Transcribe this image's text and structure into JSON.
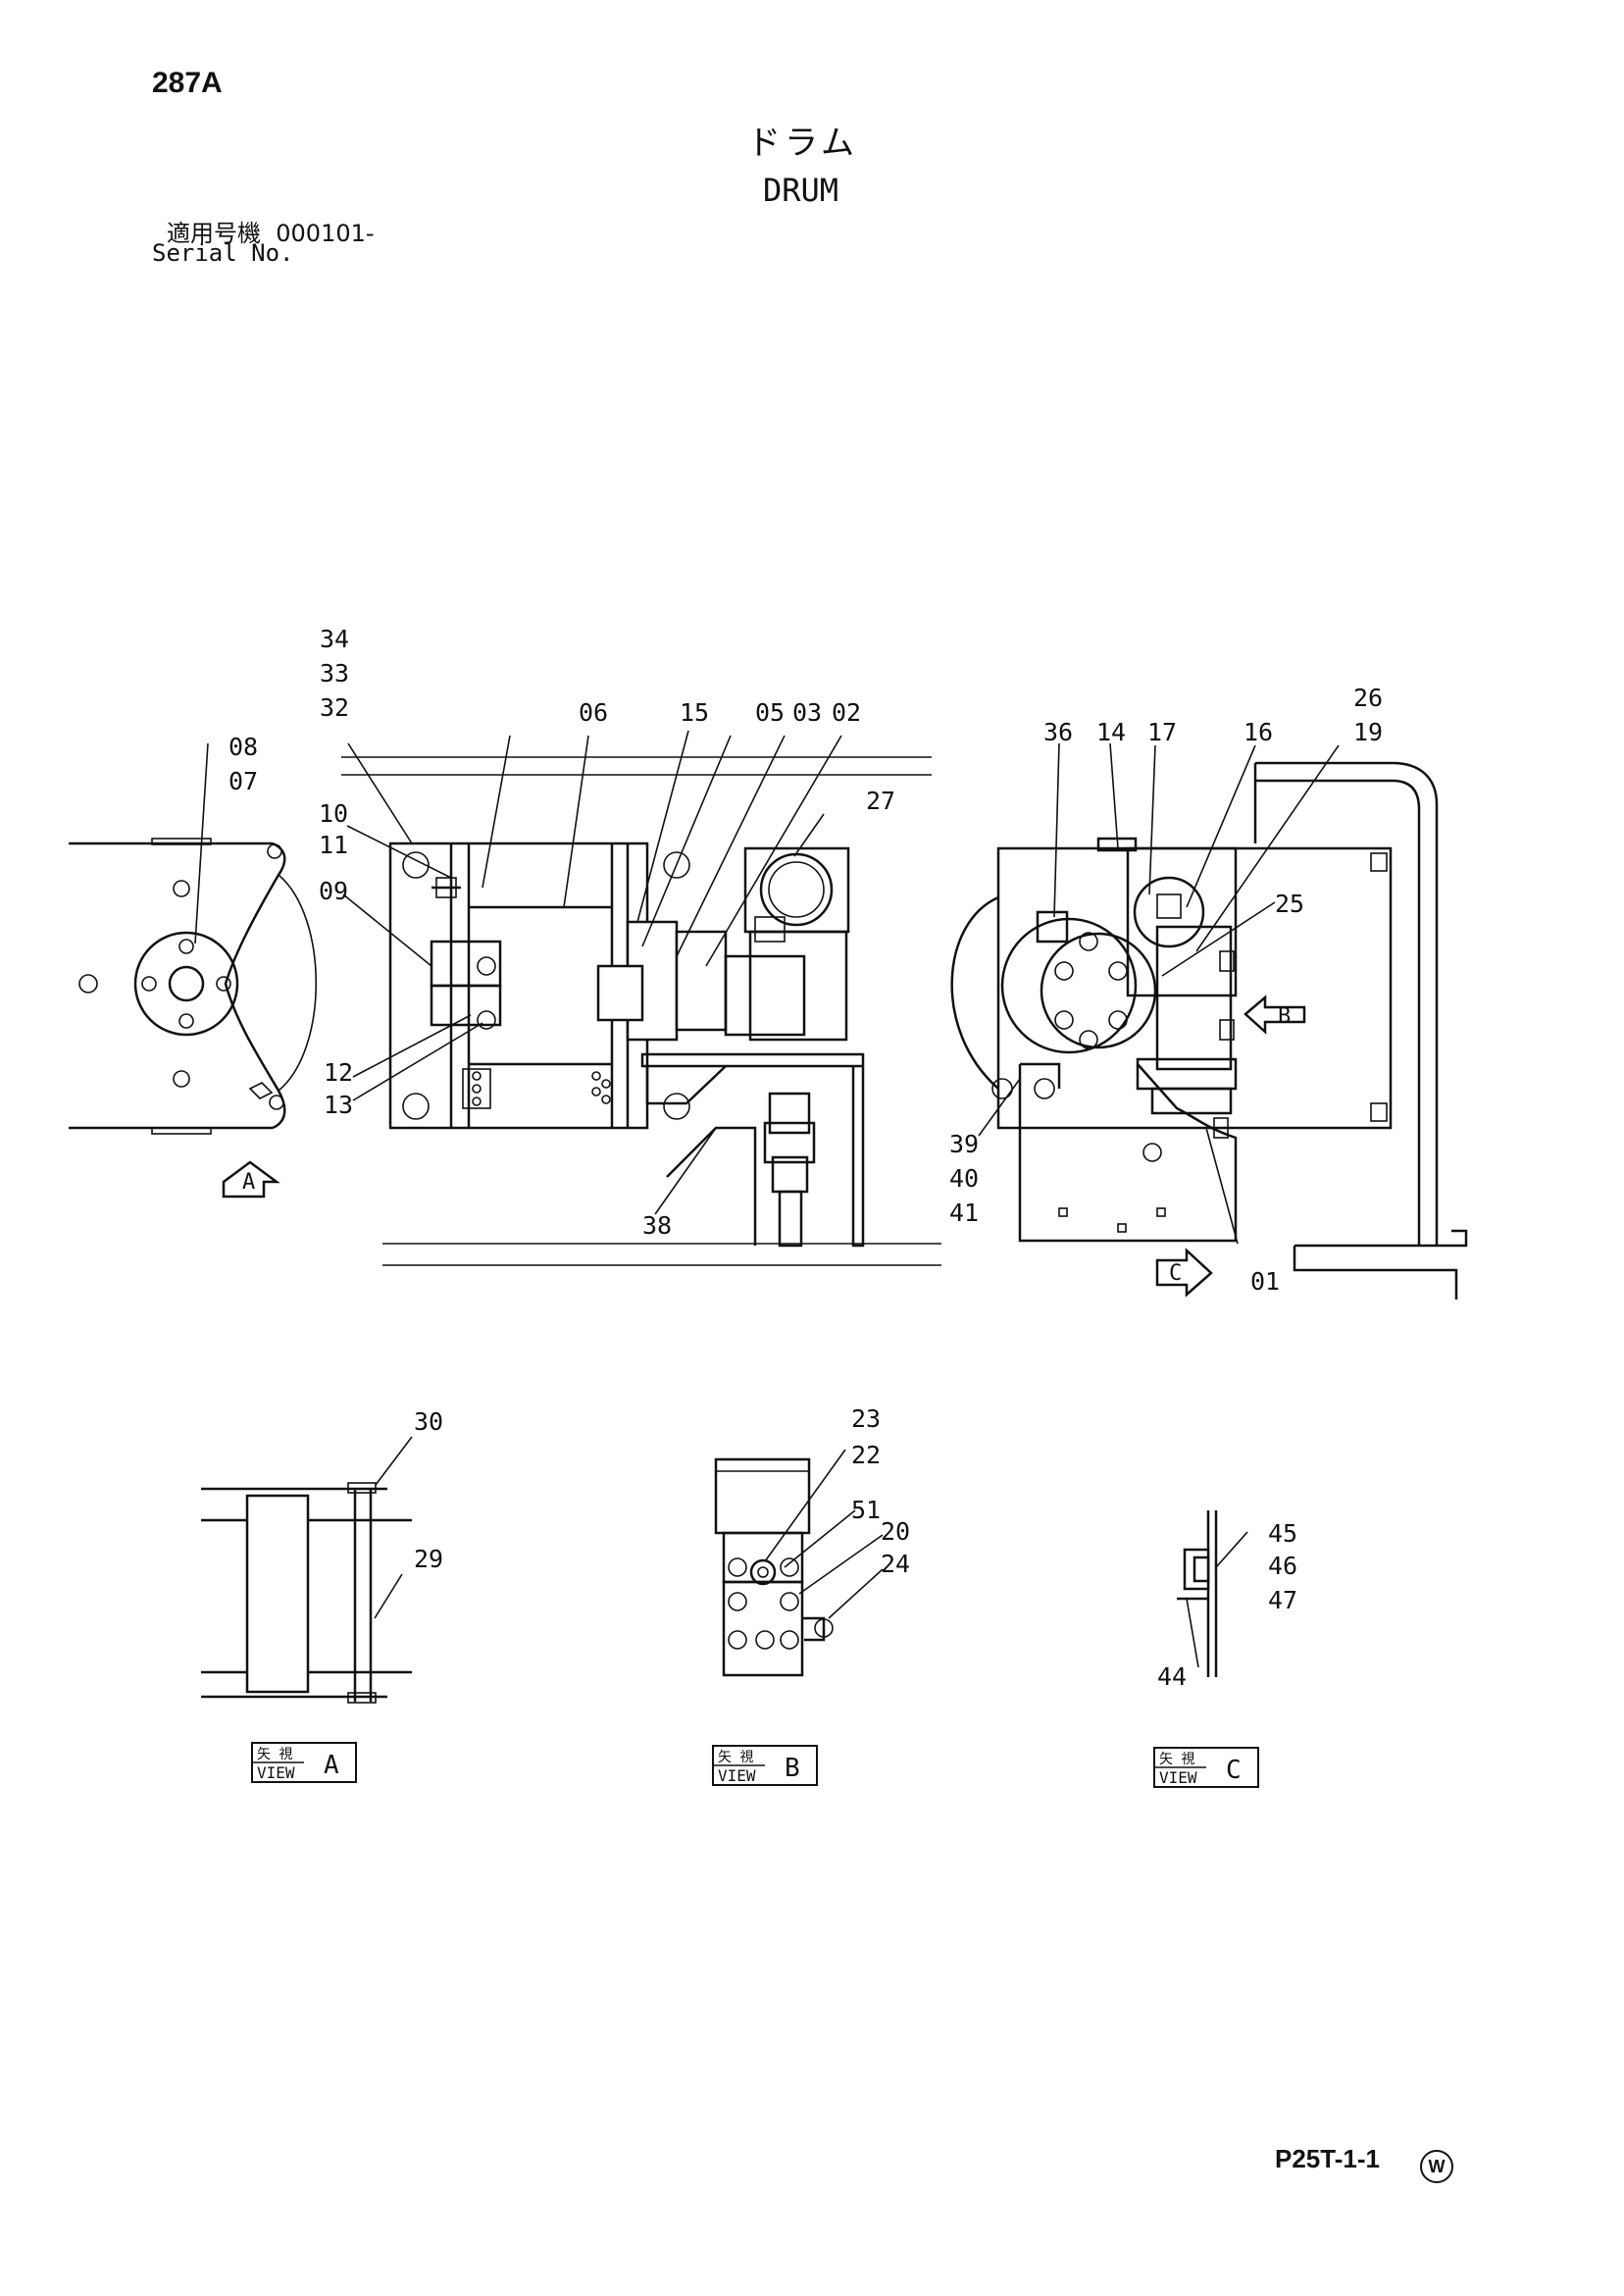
{
  "header": {
    "page_number": "287A",
    "title_jp": "ドラム",
    "title_en": "DRUM",
    "serial_label_jp": "適用号機",
    "serial_range": "000101-",
    "serial_label_en": "Serial No."
  },
  "footer": {
    "page_code": "P25T-1-1",
    "mark": "W"
  },
  "views": {
    "a": {
      "jp": "矢 視",
      "label": "VIEW",
      "letter": "A"
    },
    "b": {
      "jp": "矢 視",
      "label": "VIEW",
      "letter": "B"
    },
    "c": {
      "jp": "矢 視",
      "label": "VIEW",
      "letter": "C"
    }
  },
  "arrows": {
    "a": "A",
    "b": "B",
    "c": "C"
  },
  "callouts": {
    "p01": "01",
    "p02": "02",
    "p03": "03",
    "p05": "05",
    "p06": "06",
    "p07": "07",
    "p08": "08",
    "p09": "09",
    "p10": "10",
    "p11": "11",
    "p12": "12",
    "p13": "13",
    "p14": "14",
    "p15": "15",
    "p16": "16",
    "p17": "17",
    "p19": "19",
    "p20": "20",
    "p22": "22",
    "p23": "23",
    "p24": "24",
    "p25": "25",
    "p26": "26",
    "p27": "27",
    "p29": "29",
    "p30": "30",
    "p32": "32",
    "p33": "33",
    "p34": "34",
    "p36": "36",
    "p38": "38",
    "p39": "39",
    "p40": "40",
    "p41": "41",
    "p44": "44",
    "p45": "45",
    "p46": "46",
    "p47": "47",
    "p51": "51"
  }
}
